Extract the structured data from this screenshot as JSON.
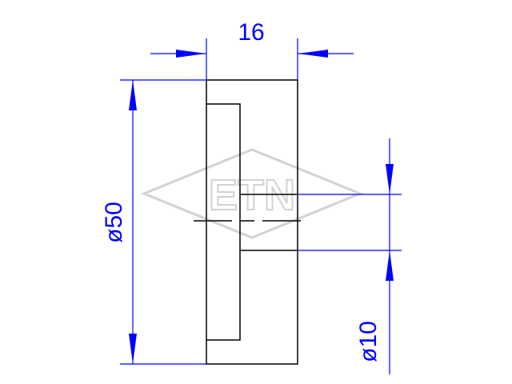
{
  "dimensions": {
    "width": "16",
    "outer_diameter": "ø50",
    "bore_diameter": "ø10"
  },
  "watermark": {
    "text": "ETN"
  },
  "colors": {
    "part_lines": "#000000",
    "dimension_lines": "#0000ff",
    "watermark": "#d2d2d2"
  }
}
